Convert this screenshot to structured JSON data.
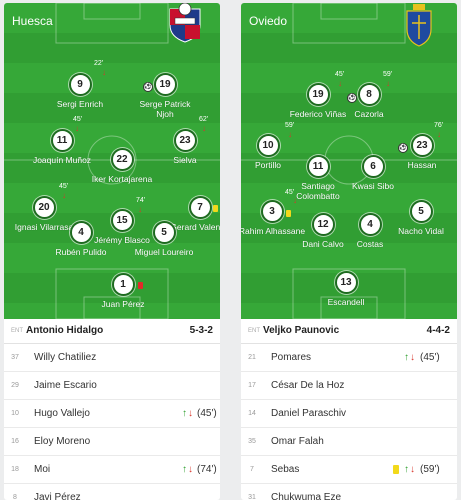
{
  "home": {
    "name": "Huesca",
    "coach_label": "ENT",
    "coach": "Antonio Hidalgo",
    "formation": "5-3-2",
    "players": [
      {
        "num": "9",
        "name": "Sergi Enrich",
        "sub": "22'"
      },
      {
        "num": "19",
        "name": "Serge Patrick Njoh",
        "sub": ""
      },
      {
        "num": "11",
        "name": "Joaquín Muñoz",
        "sub": "45'"
      },
      {
        "num": "23",
        "name": "Sielva",
        "sub": "62'"
      },
      {
        "num": "22",
        "name": "Iker Kortajarena",
        "sub": ""
      },
      {
        "num": "20",
        "name": "Ignasi Vilarrasa",
        "sub": "45'"
      },
      {
        "num": "7",
        "name": "Gerard Valentín",
        "sub": ""
      },
      {
        "num": "15",
        "name": "Jérémy Blasco",
        "sub": "74'"
      },
      {
        "num": "4",
        "name": "Rubén Pulido",
        "sub": ""
      },
      {
        "num": "5",
        "name": "Miguel Loureiro",
        "sub": ""
      },
      {
        "num": "1",
        "name": "Juan Pérez",
        "sub": ""
      }
    ],
    "bench": [
      {
        "num": "37",
        "name": "Willy Chatiliez",
        "sub": ""
      },
      {
        "num": "29",
        "name": "Jaime Escario",
        "sub": ""
      },
      {
        "num": "10",
        "name": "Hugo Vallejo",
        "sub": "(45')"
      },
      {
        "num": "16",
        "name": "Eloy Moreno",
        "sub": ""
      },
      {
        "num": "18",
        "name": "Moi",
        "sub": "(74')"
      },
      {
        "num": "8",
        "name": "Javi Pérez",
        "sub": ""
      }
    ]
  },
  "away": {
    "name": "Oviedo",
    "coach_label": "ENT",
    "coach": "Veljko Paunovic",
    "formation": "4-4-2",
    "players": [
      {
        "num": "19",
        "name": "Federico Viñas",
        "sub": "45'"
      },
      {
        "num": "8",
        "name": "Cazorla",
        "sub": "59'"
      },
      {
        "num": "10",
        "name": "Portillo",
        "sub": "59'"
      },
      {
        "num": "23",
        "name": "Hassan",
        "sub": "76'"
      },
      {
        "num": "11",
        "name": "Santiago Colombatto",
        "sub": "45'"
      },
      {
        "num": "6",
        "name": "Kwasi Sibo",
        "sub": ""
      },
      {
        "num": "3",
        "name": "Rahim Alhassane",
        "sub": ""
      },
      {
        "num": "12",
        "name": "Dani Calvo",
        "sub": ""
      },
      {
        "num": "4",
        "name": "Costas",
        "sub": ""
      },
      {
        "num": "5",
        "name": "Nacho Vidal",
        "sub": ""
      },
      {
        "num": "13",
        "name": "Escandell",
        "sub": ""
      }
    ],
    "bench": [
      {
        "num": "21",
        "name": "Pomares",
        "sub": "(45')"
      },
      {
        "num": "17",
        "name": "César De la Hoz",
        "sub": ""
      },
      {
        "num": "14",
        "name": "Daniel Paraschiv",
        "sub": ""
      },
      {
        "num": "35",
        "name": "Omar Falah",
        "sub": ""
      },
      {
        "num": "7",
        "name": "Sebas",
        "sub": "(59')"
      },
      {
        "num": "31",
        "name": "Chukwuma Eze",
        "sub": ""
      }
    ]
  },
  "colors": {
    "pitch": "#36a838",
    "arrow_up": "#2fa02f",
    "arrow_down": "#d9362c",
    "yellow": "#f2d91b",
    "red": "#e02a2a"
  }
}
